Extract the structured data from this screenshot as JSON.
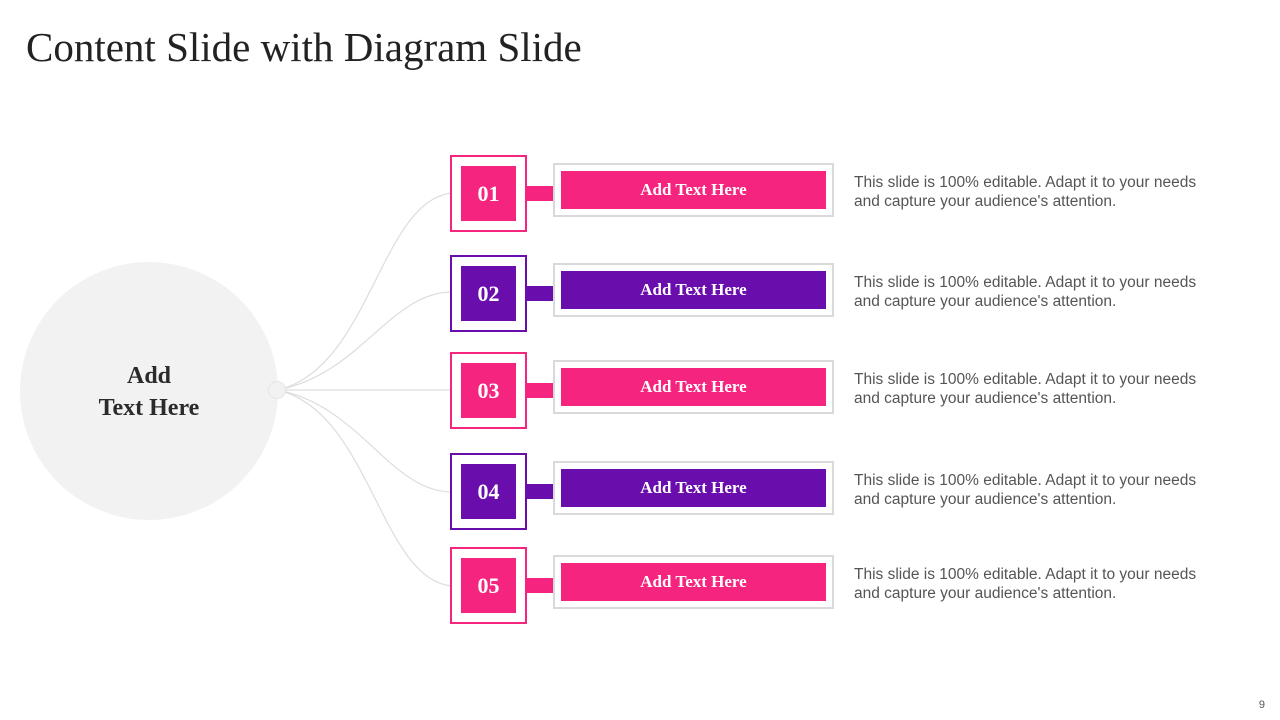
{
  "slide": {
    "title": "Content Slide with Diagram Slide",
    "page_number": "9"
  },
  "hub": {
    "label_line1": "Add",
    "label_line2": "Text Here"
  },
  "colors": {
    "pink": "#f4247f",
    "purple": "#6a0dad",
    "hub_gray": "#f2f2f2",
    "connector_gray": "#dddddd"
  },
  "items": [
    {
      "number": "01",
      "label": "Add Text Here",
      "description": "This slide is 100% editable. Adapt it to your needs and capture your audience's attention.",
      "color": "pink"
    },
    {
      "number": "02",
      "label": "Add Text Here",
      "description": "This slide is 100% editable. Adapt it to your needs and capture your audience's attention.",
      "color": "purple"
    },
    {
      "number": "03",
      "label": "Add Text Here",
      "description": "This slide is 100% editable. Adapt it to your needs and capture your audience's attention.",
      "color": "pink"
    },
    {
      "number": "04",
      "label": "Add Text Here",
      "description": "This slide is 100% editable. Adapt it to your needs and capture your audience's attention.",
      "color": "purple"
    },
    {
      "number": "05",
      "label": "Add Text Here",
      "description": "This slide is 100% editable. Adapt it to your needs and capture your audience's attention.",
      "color": "pink"
    }
  ]
}
